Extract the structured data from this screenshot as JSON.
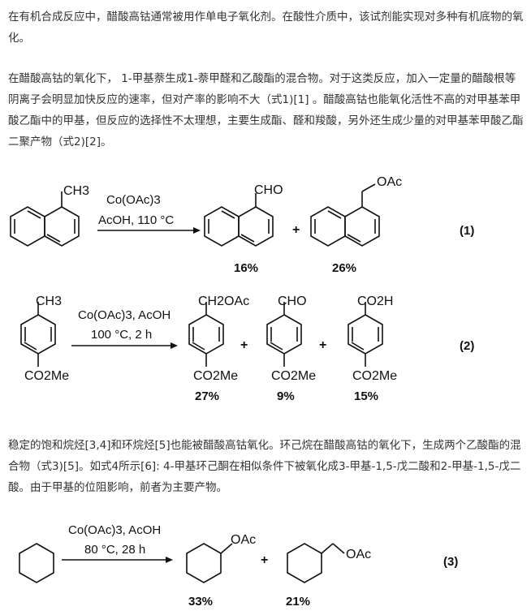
{
  "paragraphs": {
    "p1": "在有机合成反应中，醋酸高钴通常被用作单电子氧化剂。在酸性介质中，该试剂能实现对多种有机底物的氧化。",
    "p2": "在醋酸高钴的氧化下， 1-甲基萘生成1-萘甲醛和乙酸酯的混合物。对于这类反应，加入一定量的醋酸根等阴离子会明显加快反应的速率，但对产率的影响不大（式1)[1] 。醋酸高钴也能氧化活性不高的对甲基苯甲酸乙酯中的甲基，但反应的选择性不太理想，主要生成酯、醛和羧酸，另外还生成少量的对甲基苯甲酸乙酯二聚产物（式2)[2]。",
    "p3": "稳定的饱和烷烃[3,4]和环烷烃[5]也能被醋酸高钴氧化。环己烷在醋酸高钴的氧化下，生成两个乙酸酯的混合物（式3)[5]。如式4所示[6]: 4-甲基环己酮在相似条件下被氧化成3-甲基-1,5-戊二酸和2-甲基-1,5-戊二酸。由于甲基的位阻影响，前者为主要产物。"
  },
  "scheme1": {
    "reactant_label": "CH3",
    "reagent": "Co(OAc)3",
    "conditions": "AcOH, 110 °C",
    "product1_label": "CHO",
    "product1_yield": "16%",
    "product2_label": "OAc",
    "product2_yield": "26%",
    "plus": "+",
    "number": "(1)"
  },
  "scheme2": {
    "reactant_top": "CH3",
    "reactant_bottom": "CO2Me",
    "reagent": "Co(OAc)3, AcOH",
    "conditions": "100 °C, 2 h",
    "product1_top": "CH2OAc",
    "product1_bottom": "CO2Me",
    "product1_yield": "27%",
    "product2_top": "CHO",
    "product2_bottom": "CO2Me",
    "product2_yield": "9%",
    "product3_top": "CO2H",
    "product3_bottom": "CO2Me",
    "product3_yield": "15%",
    "plus": "+",
    "number": "(2)"
  },
  "scheme3": {
    "reagent": "Co(OAc)3, AcOH",
    "conditions": "80 °C, 28 h",
    "product1_label": "OAc",
    "product1_yield": "33%",
    "product2_label": "OAc",
    "product2_yield": "21%",
    "plus": "+",
    "number": "(3)"
  }
}
